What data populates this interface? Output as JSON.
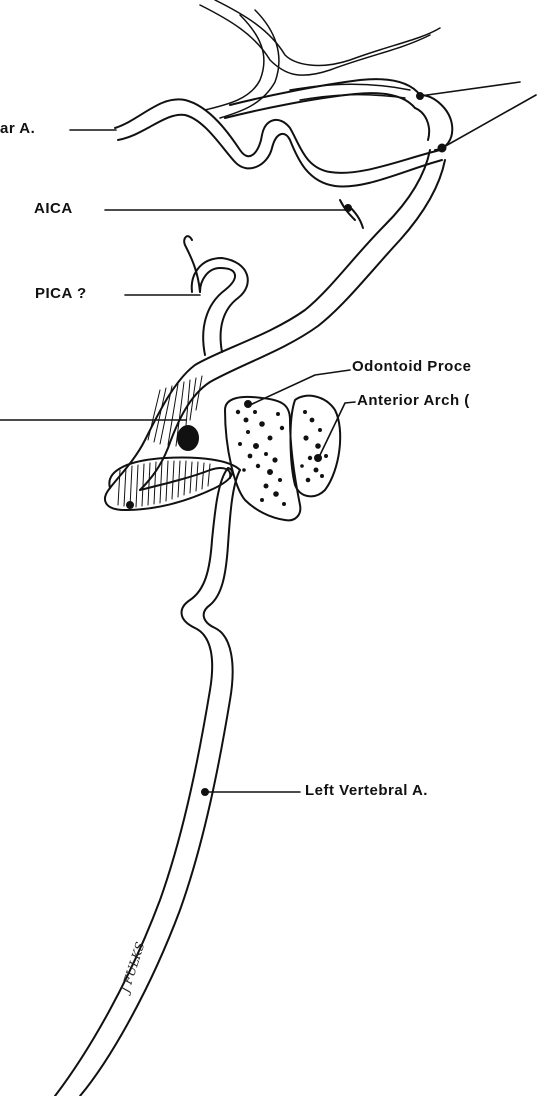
{
  "labels": {
    "basilar": "ar A.",
    "aica": "AICA",
    "pica": "PICA ?",
    "odontoid": "Odontoid Proce",
    "anterior_arch": "Anterior Arch (",
    "left_vertebral": "Left Vertebral A."
  },
  "signature": "J FULKS",
  "colors": {
    "ink": "#111111",
    "background": "#ffffff"
  }
}
